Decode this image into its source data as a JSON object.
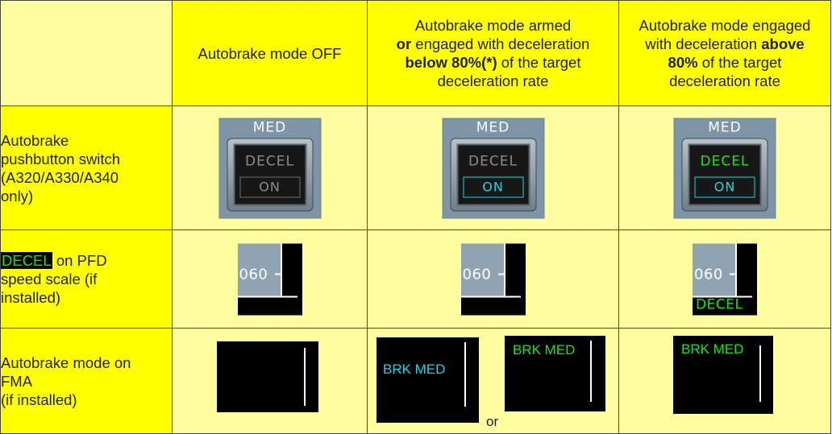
{
  "header": {
    "col1": "Autobrake mode OFF",
    "col2_l1": "Autobrake mode armed",
    "col2_l2_bold": "or",
    "col2_l2_rest": " engaged with deceleration",
    "col2_l3_bold": "below 80%(*)",
    "col2_l3_rest": " of the target",
    "col2_l4": "deceleration rate",
    "col3_l1": "Autobrake mode engaged",
    "col3_l2_rest": "with deceleration ",
    "col3_l2_bold": "above",
    "col3_l3_bold": "80%",
    "col3_l3_rest": " of the target",
    "col3_l4": "deceleration rate"
  },
  "rows": {
    "pushbutton": {
      "label_l1": "Autobrake",
      "label_l2": "pushbutton switch",
      "label_l3": "(A320/A330/A340",
      "label_l4": "only)",
      "med": "MED",
      "decel": "DECEL",
      "on": "ON"
    },
    "pfd": {
      "label_tag": "DECEL",
      "label_l1_rest": " on PFD",
      "label_l2": "speed scale (if",
      "label_l3": "installed)",
      "speed": "060",
      "decel": "DECEL"
    },
    "fma": {
      "label_l1": "Autobrake mode on",
      "label_l2": "FMA",
      "label_l3": "(if installed)",
      "brk_med": "BRK MED",
      "or": "or"
    }
  },
  "colors": {
    "header_bg": "#ffff00",
    "cell_bg": "#ffffa2",
    "cyan": "#22d3e0",
    "green": "#19e619"
  }
}
